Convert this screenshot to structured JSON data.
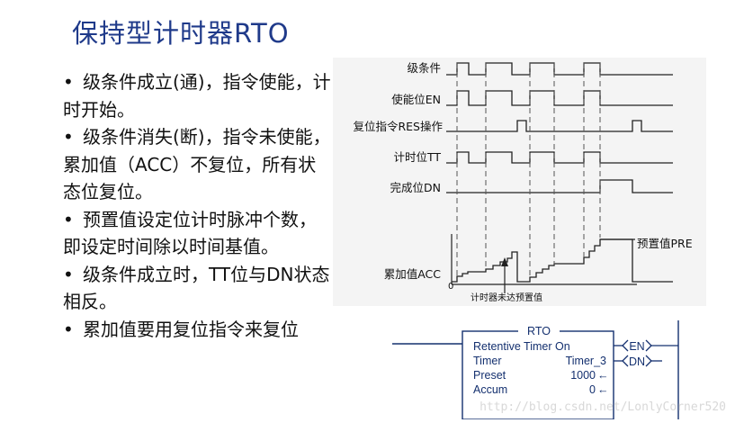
{
  "title": "保持型计时器RTO",
  "bullets": [
    "级条件成立(通)，指令使能，计时开始。",
    "级条件消失(断)，指令未使能，累加值（ACC）不复位，所有状态位复位。",
    "预置值设定位计时脉冲个数，即设定时间除以时间基值。",
    "级条件成立时，TT位与DN状态相反。",
    "累加值要用复位指令来复位"
  ],
  "bullet_glyph": "•",
  "timing_diagram": {
    "signals": [
      "级条件",
      "使能位EN",
      "复位指令RES操作",
      "计时位TT",
      "完成位DN",
      "累加值ACC"
    ],
    "preset_label": "预置值PRE",
    "origin_label": "0",
    "annotation": "计时器未达预置值"
  },
  "ladder_block": {
    "name": "RTO",
    "header": "Retentive Timer On",
    "rows": [
      {
        "label": "Timer",
        "value": "Timer_3"
      },
      {
        "label": "Preset",
        "value": "1000"
      },
      {
        "label": "Accum",
        "value": "0"
      }
    ],
    "outputs": [
      "EN",
      "DN"
    ],
    "arrow_glyph": "←"
  },
  "watermark": "http://blog.csdn.net/LonlyCorner520",
  "colors": {
    "title": "#1f3a8a",
    "block_text": "#14306f",
    "diagram_bg": "#f4f4f4"
  }
}
